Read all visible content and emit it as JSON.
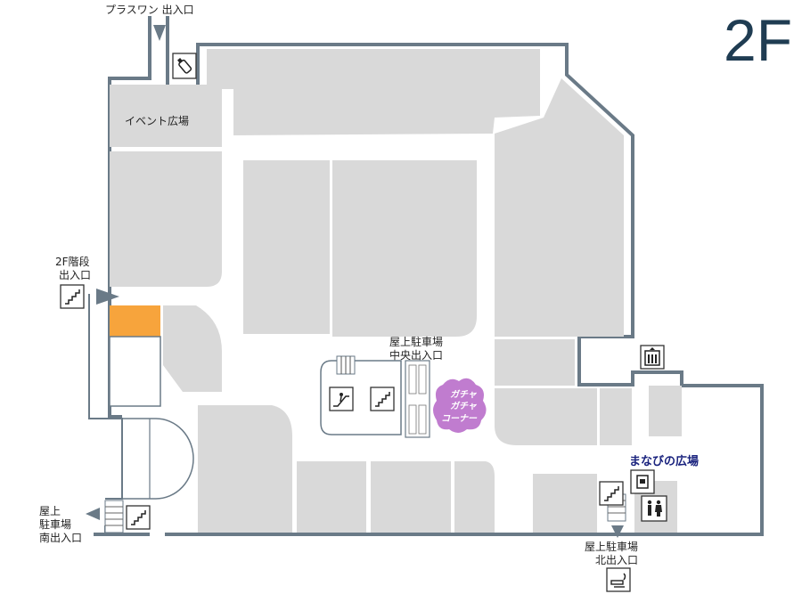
{
  "floor": {
    "label": "2F"
  },
  "entrances": {
    "plaswon": "プラスワン 出入口",
    "stairs_2f_line1": "2F階段",
    "stairs_2f_line2": "出入口",
    "rooftop_center_line1": "屋上駐車場",
    "rooftop_center_line2": "中央出入口",
    "rooftop_south_line1": "屋上",
    "rooftop_south_line2": "駐車場",
    "rooftop_south_line3": "南出入口",
    "rooftop_north_line1": "屋上駐車場",
    "rooftop_north_line2": "北出入口"
  },
  "areas": {
    "event_plaza": "イベント広場",
    "manabi_plaza": "まなびの広場",
    "gacha_line1": "ガチャ",
    "gacha_line2": "ガチャ",
    "gacha_line3": "コーナー"
  },
  "colors": {
    "wall": "#6a7a87",
    "shop": "#d9d9d9",
    "highlight": "#f7a43c",
    "gacha": "#c07ccf",
    "floor_label": "#1f3c52",
    "manabi_text": "#1a237e"
  },
  "icons": [
    "sanitizer-icon",
    "stairs-icon",
    "escalator-icon",
    "elevator-icon",
    "restroom-icon",
    "nursing-room-icon",
    "smoking-area-icon"
  ]
}
